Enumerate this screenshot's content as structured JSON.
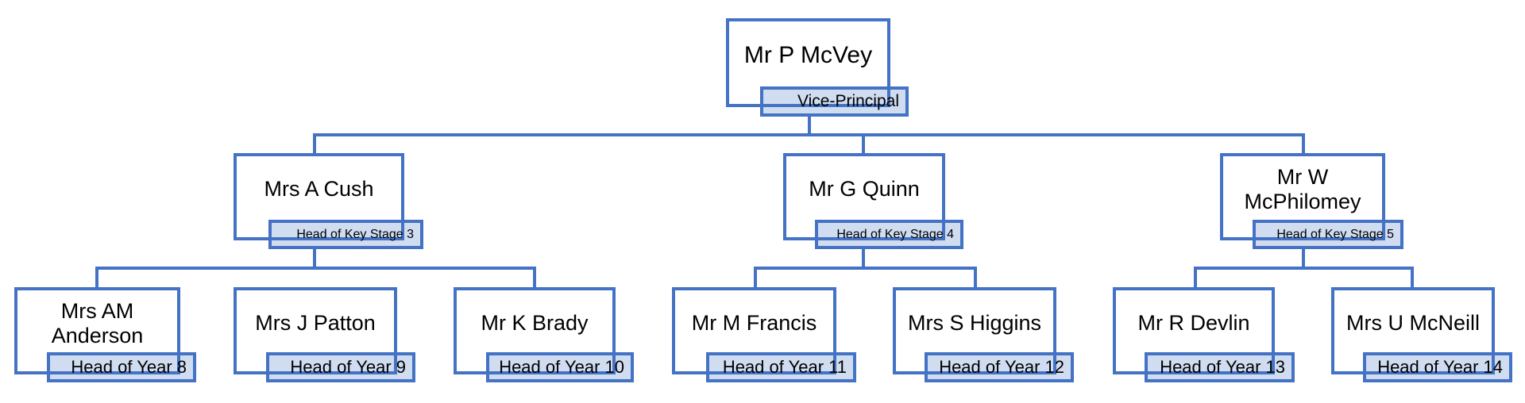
{
  "chart": {
    "root": {
      "name": "Mr P McVey",
      "role": "Vice-Principal"
    },
    "key_stage_heads": [
      {
        "name": "Mrs A Cush",
        "role": "Head of Key Stage 3"
      },
      {
        "name": "Mr G Quinn",
        "role": "Head of Key Stage 4"
      },
      {
        "name": "Mr W McPhilomey",
        "role": "Head of Key Stage 5"
      }
    ],
    "year_heads": [
      {
        "name": "Mrs AM Anderson",
        "role": "Head of Year 8"
      },
      {
        "name": "Mrs J Patton",
        "role": "Head of Year 9"
      },
      {
        "name": "Mr K Brady",
        "role": "Head of Year 10"
      },
      {
        "name": "Mr M Francis",
        "role": "Head of Year 11"
      },
      {
        "name": "Mrs S Higgins",
        "role": "Head of Year 12"
      },
      {
        "name": "Mr R Devlin",
        "role": "Head of Year 13"
      },
      {
        "name": "Mrs U McNeill",
        "role": "Head of Year 14"
      }
    ]
  },
  "colors": {
    "border": "#4472C4",
    "label_fill": "#CFD5EA"
  }
}
